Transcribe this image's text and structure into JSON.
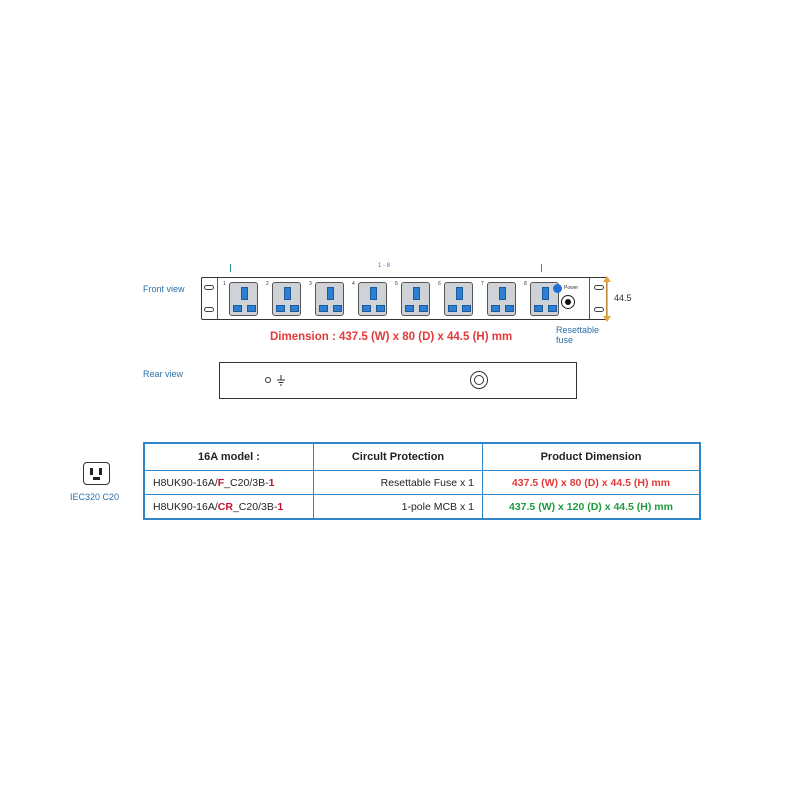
{
  "views": {
    "front_label": "Front view",
    "rear_label": "Rear view",
    "outlet_range": "1 - 8",
    "socket_numbers": [
      "1",
      "2",
      "3",
      "4",
      "5",
      "6",
      "7",
      "8"
    ],
    "power_label": "Power",
    "fuse_label": "Resettable fuse",
    "height_label": "44.5",
    "dimension_text": "Dimension :  437.5 (W) x 80 (D) x 44.5 (H) mm"
  },
  "inlet": {
    "label": "IEC320 C20"
  },
  "colors": {
    "accent_blue": "#2e86c9",
    "red": "#e23a3a",
    "green": "#1e9c3e",
    "socket_blue": "#2d7fd3",
    "dimension_arrow": "#e8a33a"
  },
  "table": {
    "headers": [
      "16A model :",
      "Circult Protection",
      "Product Dimension"
    ],
    "rows": [
      {
        "model_prefix": "H8UK90-16A/",
        "model_code": "F",
        "model_mid": "_C20/3B-",
        "model_suffix": "1",
        "protection": "Resettable Fuse x 1",
        "dimension": "437.5 (W) x 80 (D) x 44.5 (H) mm"
      },
      {
        "model_prefix": "H8UK90-16A/",
        "model_code": "CR",
        "model_mid": "_C20/3B-",
        "model_suffix": "1",
        "protection": "1-pole MCB x 1",
        "dimension": "437.5 (W) x 120 (D) x 44.5 (H) mm"
      }
    ]
  }
}
